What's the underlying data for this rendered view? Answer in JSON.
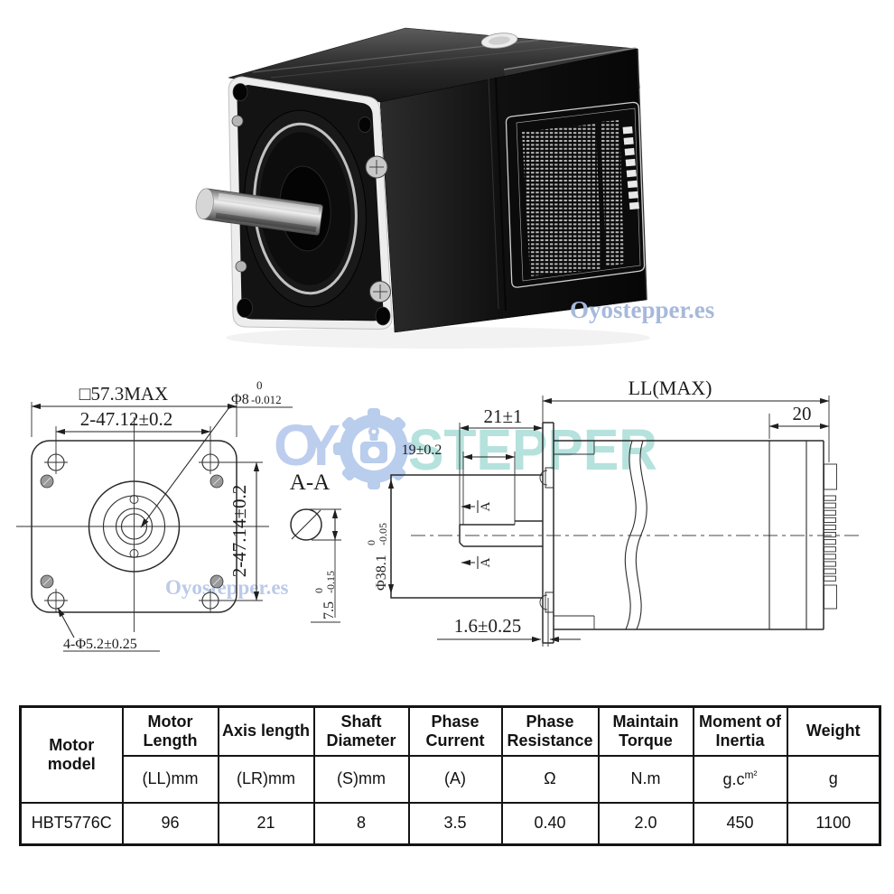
{
  "brand": {
    "watermark_photo": "Oyostepper.es",
    "watermark_drawing": "Oyostepper.es",
    "watermark_center_left": "OY",
    "watermark_center_right": "STEPPER",
    "colors": {
      "watermark_blue": "#bccdec",
      "watermark_teal": "#b5e2dc"
    }
  },
  "drawing": {
    "front_view": {
      "square_max": "□57.3MAX",
      "hole_pitch_h": "2-47.12±0.2",
      "hole_pitch_v": "2-47.14±0.2",
      "corner_holes": "4-Φ5.2±0.25",
      "shaft_dia": {
        "base": "Φ8",
        "upper": "0",
        "lower": "-0.012"
      }
    },
    "section_view": {
      "label": "A-A",
      "flat_depth": {
        "base": "7.5",
        "upper": "0",
        "lower": "-0.15"
      }
    },
    "shaft_view": {
      "shaft_length": "21±1",
      "flat_length": "19±0.2",
      "boss_dia": {
        "base": "Φ38.1",
        "upper": "0",
        "lower": "-0.05"
      },
      "boss_height": "1.6±0.25",
      "section_mark": "A"
    },
    "body_view": {
      "body_length": "LL(MAX)",
      "rear_length": "20"
    }
  },
  "spec_table": {
    "columns": [
      {
        "label": "Motor model",
        "unit": ""
      },
      {
        "label": "Motor Length",
        "unit": "(LL)mm"
      },
      {
        "label": "Axis length",
        "unit": "(LR)mm"
      },
      {
        "label": "Shaft Diameter",
        "unit": "(S)mm"
      },
      {
        "label": "Phase Current",
        "unit": "(A)"
      },
      {
        "label": "Phase Resistance",
        "unit": "Ω"
      },
      {
        "label": "Maintain Torque",
        "unit": "N.m"
      },
      {
        "label": "Moment of Inertia",
        "unit": "g.c",
        "unit_sup": "m²"
      },
      {
        "label": "Weight",
        "unit": "g"
      }
    ],
    "rows": [
      [
        "HBT5776C",
        "96",
        "21",
        "8",
        "3.5",
        "0.40",
        "2.0",
        "450",
        "1100"
      ]
    ]
  }
}
